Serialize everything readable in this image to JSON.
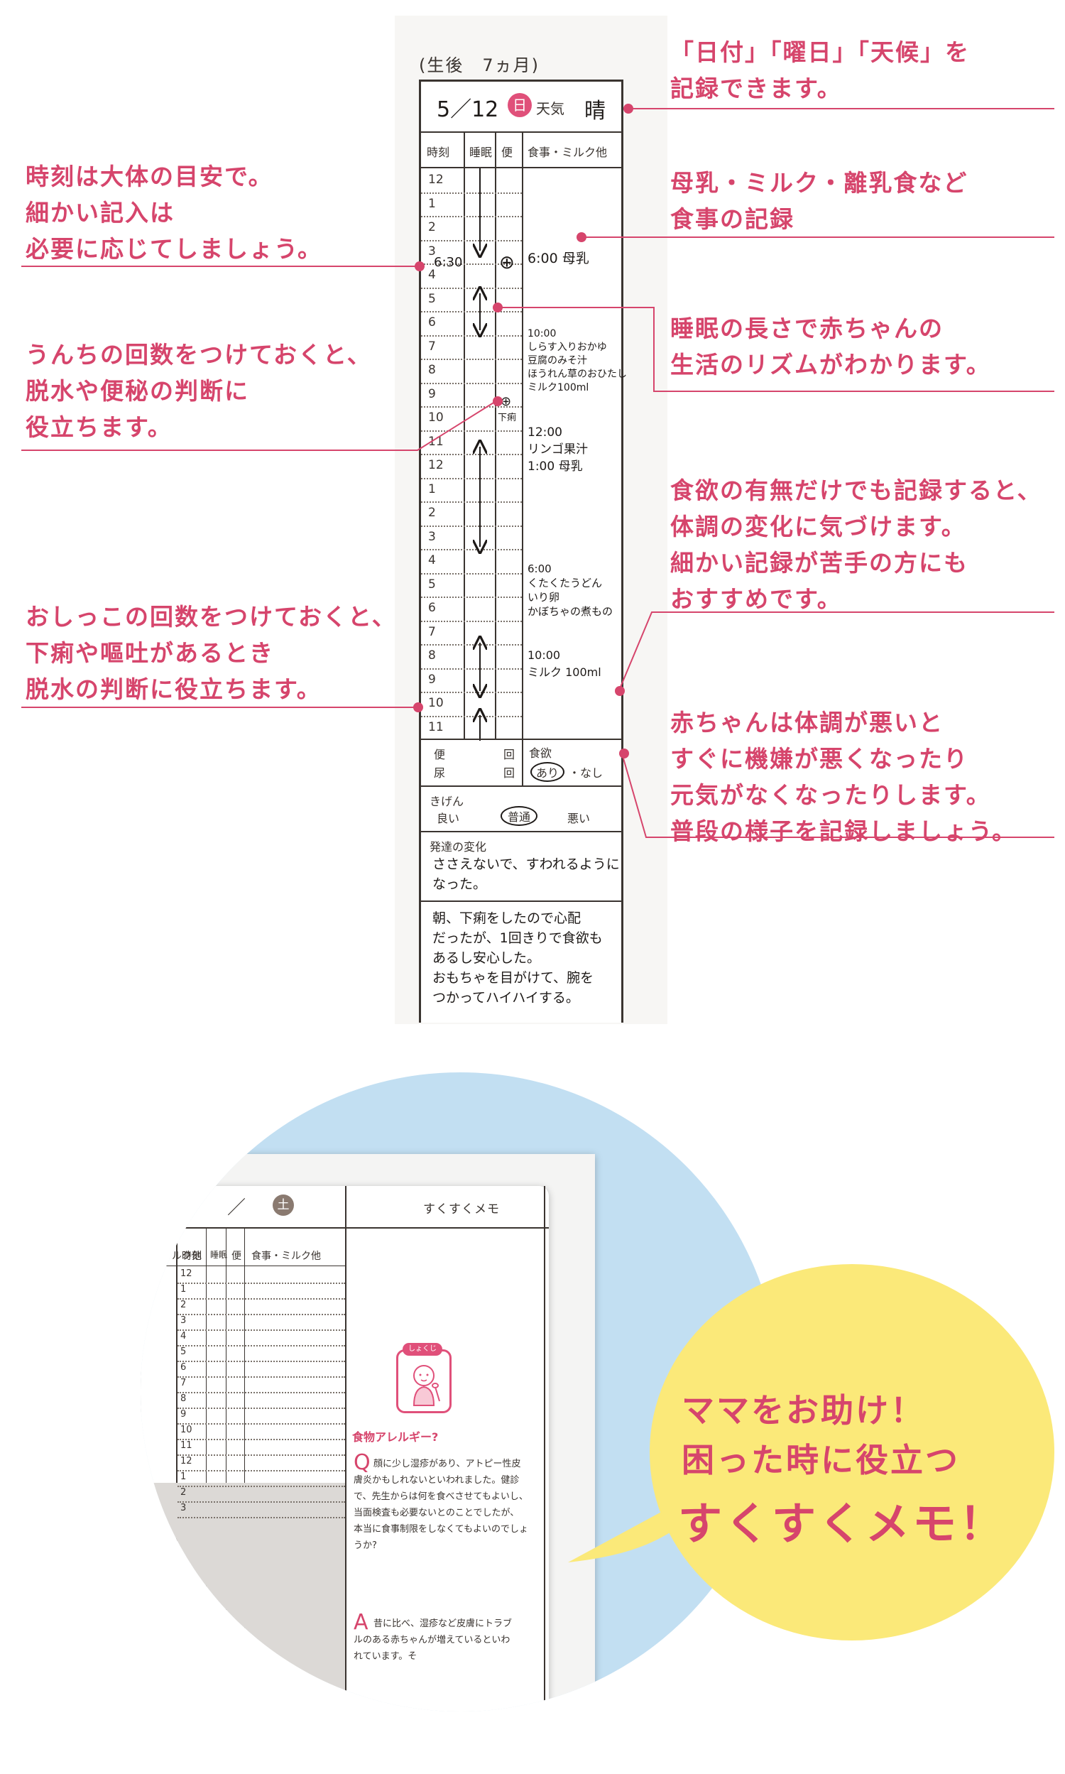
{
  "diary": {
    "age": "(生後　7ヵ月)",
    "date": "5／12",
    "weekday": "日",
    "weather_label": "天気",
    "weather": "晴",
    "headers": {
      "time": "時刻",
      "sleep": "睡眠",
      "stool": "便",
      "meal": "食事・ミルク他"
    },
    "hours": [
      "12",
      "1",
      "2",
      "3",
      "4",
      "5",
      "6",
      "7",
      "8",
      "9",
      "10",
      "11",
      "12",
      "1",
      "2",
      "3",
      "4",
      "5",
      "6",
      "7",
      "8",
      "9",
      "10",
      "11"
    ],
    "time_note": "6:30",
    "stool_mark": "⊕",
    "diarrhea_mark": "⊕",
    "diarrhea_text": "下痢",
    "meals": [
      "6:00 母乳",
      "10:00\nしらす入りおかゆ\n豆腐のみそ汁\nほうれん草のおひたし\nミルク100ml",
      "12:00\nリンゴ果汁\n1:00 母乳",
      "6:00\nくたくたうどん\nいり卵\nかぼちゃの煮もの",
      "10:00\nミルク 100ml"
    ],
    "stool_count_label": "便",
    "urine_count_label": "尿",
    "count_unit": "回",
    "appetite_label": "食欲",
    "appetite_yes": "あり",
    "appetite_no": "・なし",
    "mood_label": "きげん",
    "mood_good": "良い",
    "mood_normal": "普通",
    "mood_bad": "悪い",
    "development_label": "発達の変化",
    "development_text": "ささえないで、すわれるように\nなった。",
    "memo_text": "朝、下痢をしたので心配\nだったが、1回きりで食欲も\nあるし安心した。\nおもちゃを目がけて、腕を\nつかってハイハイする。"
  },
  "annotations": {
    "date_weather": "「日付」「曜日」「天候」を\n記録できます。",
    "time_guide": "時刻は大体の目安で。\n細かい記入は\n必要に応じてしましょう。",
    "meal_record": "母乳・ミルク・離乳食など\n食事の記録",
    "sleep_rhythm": "睡眠の長さで赤ちゃんの\n生活のリズムがわかります。",
    "stool_count": "うんちの回数をつけておくと、\n脱水や便秘の判断に\n役立ちます。",
    "appetite": "食欲の有無だけでも記録すると、\n体調の変化に気づけます。\n細かい記録が苦手の方にも\nおすすめです。",
    "urine_count": "おしっこの回数をつけておくと、\n下痢や嘔吐があるとき\n脱水の判断に役立ちます。",
    "mood": "赤ちゃんは体調が悪いと\nすぐに機嫌が悪くなったり\n元気がなくなったりします。\n普段の様子を記録しましょう。"
  },
  "memo_page": {
    "col_meal_left": "事・ミルク他",
    "date_slash": "／",
    "weekday": "土",
    "title": "すくすくメモ",
    "headers": {
      "time": "時刻",
      "sleep": "睡眠",
      "stool": "便",
      "meal": "食事・ミルク他"
    },
    "hours": [
      "12",
      "1",
      "2",
      "3",
      "4",
      "5",
      "6",
      "7",
      "8",
      "9",
      "10",
      "11",
      "12",
      "1",
      "2",
      "3"
    ],
    "badge": "しょくじ",
    "heading": "食物アレルギー?",
    "q_mark": "Q",
    "question": "顔に少し湿疹があり、アトピー性皮膚炎かもしれないといわれました。健診で、先生からは何を食べさせてもよいし、当面検査も必要ないとのことでしたが、本当に食事制限をしなくてもよいのでしょうか?",
    "a_mark": "A",
    "answer": "昔に比べ、湿疹など皮膚にトラブルのある赤ちゃんが増えているといわれています。そ"
  },
  "bubble": {
    "line1": "ママをお助け！",
    "line2": "困った時に役立つ",
    "line3": "すくすくメモ！"
  },
  "colors": {
    "accent": "#d6456c",
    "sky": "#c2dff2",
    "bubble": "#fbe979",
    "grey_band": "#dcd9d6"
  }
}
